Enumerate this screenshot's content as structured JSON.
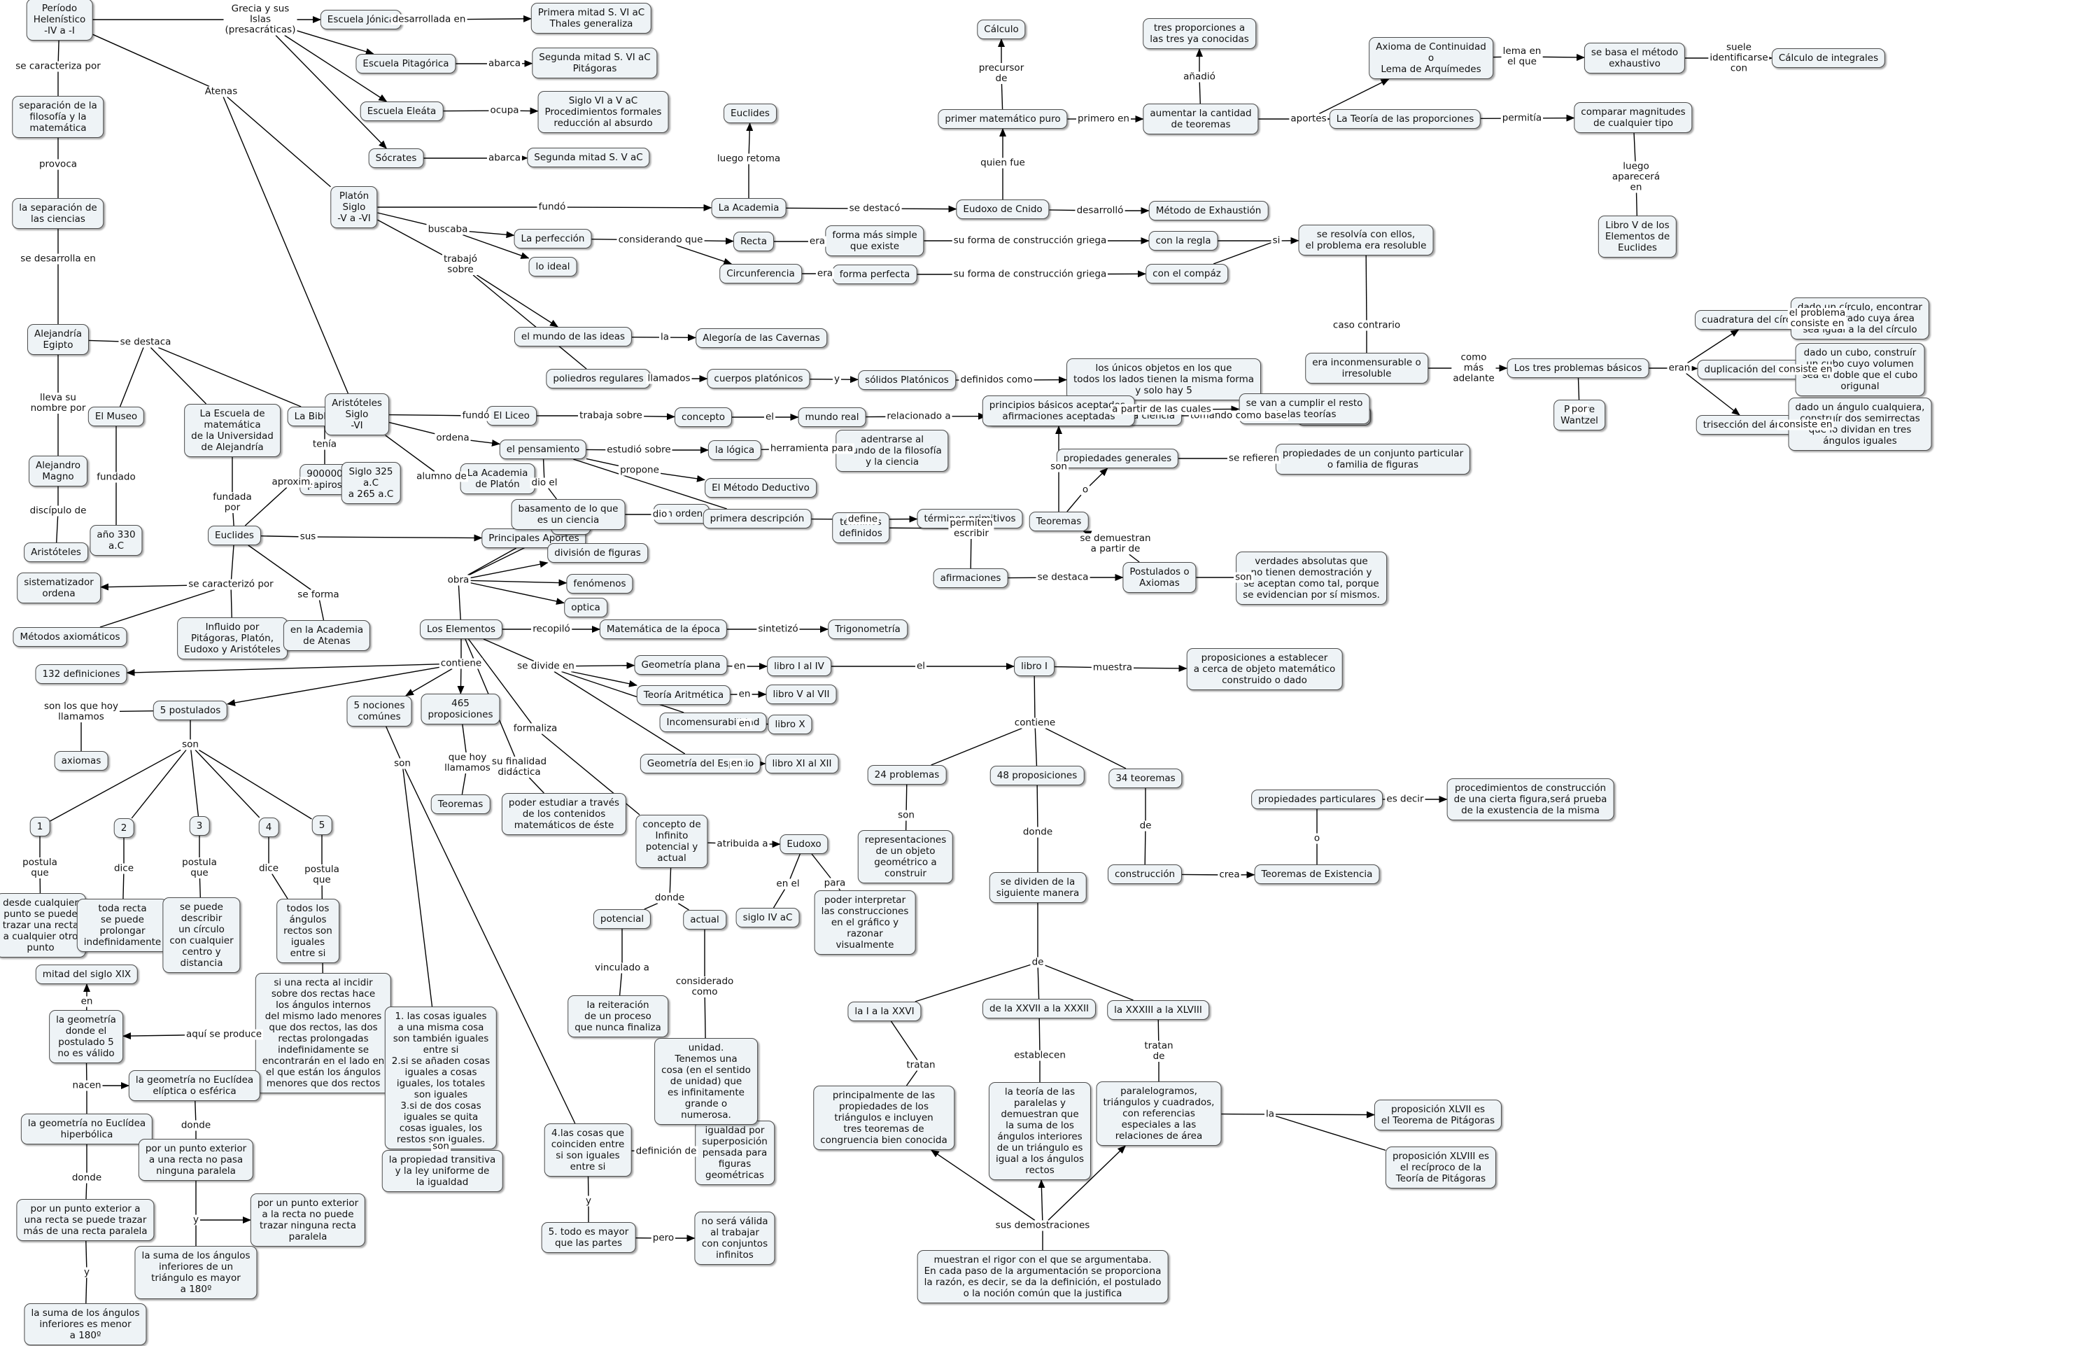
{
  "nodes": [
    {
      "id": "periodo",
      "text": "Período\nHelenístico\n-IV a -I"
    },
    {
      "id": "esc_jonica",
      "text": "Escuela Jónica"
    },
    {
      "id": "primera_mitad",
      "text": "Primera mitad S. VI aC\nThales generaliza"
    },
    {
      "id": "esc_pitagorica",
      "text": "Escuela Pitagórica"
    },
    {
      "id": "segunda_mitad_vi",
      "text": "Segunda mitad S. VI aC\nPitágoras"
    },
    {
      "id": "esc_eleata",
      "text": "Escuela Eleáta"
    },
    {
      "id": "siglo_vi_v",
      "text": "Siglo VI a V aC\nProcedimientos formales\nreducción al absurdo"
    },
    {
      "id": "socrates",
      "text": "Sócrates"
    },
    {
      "id": "segunda_mitad_v",
      "text": "Segunda mitad S. V aC"
    },
    {
      "id": "separacion",
      "text": "separación de la\nfilosofía y la\nmatemática"
    },
    {
      "id": "la_separacion",
      "text": "la separación de\nlas ciencias"
    },
    {
      "id": "alejandria",
      "text": "Alejandría\nEgipto"
    },
    {
      "id": "el_museo",
      "text": "El Museo"
    },
    {
      "id": "escuela_mat",
      "text": "La Escuela de\nmatemática\nde la Universidad\nde Alejandría"
    },
    {
      "id": "biblioteca",
      "text": "La Biblioteca"
    },
    {
      "id": "papiros",
      "text": "900000\npapiros"
    },
    {
      "id": "alejandro",
      "text": "Alejandro\nMagno"
    },
    {
      "id": "aristoteles_small",
      "text": "Aristóteles"
    },
    {
      "id": "anio330",
      "text": "año 330\na.C"
    },
    {
      "id": "platon",
      "text": "Platón\nSiglo\n-V a -VI"
    },
    {
      "id": "aristoteles",
      "text": "Aristóteles\nSiglo\n-VI"
    },
    {
      "id": "academia_platon",
      "text": "La Academia\nde Platón"
    },
    {
      "id": "euclides",
      "text": "Euclides"
    },
    {
      "id": "siglo325",
      "text": "Siglo 325\na.C\na 265 a.C"
    },
    {
      "id": "sistematizador",
      "text": "sistematizador\nordena"
    },
    {
      "id": "metodos_ax",
      "text": "Métodos axiomáticos"
    },
    {
      "id": "influido",
      "text": "Influido por\nPitágoras, Platón,\nEudoxo y Aristóteles"
    },
    {
      "id": "academia_atenas",
      "text": "en la Academia\nde Atenas"
    },
    {
      "id": "principales_aportes",
      "text": "Principales Aportes"
    },
    {
      "id": "datos",
      "text": "datos"
    },
    {
      "id": "division_figuras",
      "text": "división de figuras"
    },
    {
      "id": "fenomenos",
      "text": "fenómenos"
    },
    {
      "id": "optica",
      "text": "optica"
    },
    {
      "id": "los_elementos",
      "text": "Los Elementos"
    },
    {
      "id": "mat_epoca",
      "text": "Matemática de la época"
    },
    {
      "id": "trigonometria",
      "text": "Trigonometría"
    },
    {
      "id": "definiciones132",
      "text": "132 definiciones"
    },
    {
      "id": "postulados5",
      "text": "5 postulados"
    },
    {
      "id": "axiomas",
      "text": "axiomas"
    },
    {
      "id": "p1",
      "text": "1"
    },
    {
      "id": "p2",
      "text": "2"
    },
    {
      "id": "p3",
      "text": "3"
    },
    {
      "id": "p4",
      "text": "4"
    },
    {
      "id": "p5",
      "text": "5"
    },
    {
      "id": "desde_cualquier",
      "text": "desde cualquier\npunto se puede\ntrazar una recta\na cualquier otro\npunto"
    },
    {
      "id": "toda_recta",
      "text": "toda recta\nse puede\nprolongar\nindefinidamente"
    },
    {
      "id": "circulo",
      "text": "se puede\ndescribir\nun círculo\ncon cualquier\ncentro y\ndistancia"
    },
    {
      "id": "angulos_rectos",
      "text": "todos los\nángulos\nrectos son\niguales\nentre si"
    },
    {
      "id": "si_recta",
      "text": "si una recta al incidir\nsobre dos rectas hace\nlos ángulos internos\ndel mismo lado menores\nque dos rectos, las dos\nrectas prolongadas\nindefinidamente se\nencontrarán en el lado en\nel que están los ángulos\nmenores que dos rectos"
    },
    {
      "id": "mitad_xix",
      "text": "mitad del siglo XIX"
    },
    {
      "id": "geo_postulado5",
      "text": "la geometría\ndonde el\npostulado 5\nno es válido"
    },
    {
      "id": "no_euclidea_eliptica",
      "text": "la geometría no Euclídea\nelíptica o esférica"
    },
    {
      "id": "no_euclidea_hiperbolica",
      "text": "la geometría no Euclídea\nhiperbólica"
    },
    {
      "id": "ninguna_paralela",
      "text": "por un punto exterior\na una recta no pasa\nninguna paralela"
    },
    {
      "id": "mas_de_una",
      "text": "por un punto exterior a\nuna recta se puede trazar\nmás de una recta paralela"
    },
    {
      "id": "no_puede_trazar",
      "text": "por un punto exterior\na la recta no puede\ntrazar ninguna recta\nparalela"
    },
    {
      "id": "suma_mayor",
      "text": "la suma de los ángulos\ninferiores de un\ntriángulo es mayor\na 180º"
    },
    {
      "id": "suma_menor",
      "text": "la suma de los ángulos\ninferiores es menor\na 180º"
    },
    {
      "id": "nociones5",
      "text": "5 nociones\ncomúnes"
    },
    {
      "id": "proposiciones465",
      "text": "465\nproposiciones"
    },
    {
      "id": "teoremas_465",
      "text": "Teoremas"
    },
    {
      "id": "cosas_iguales",
      "text": "1. las cosas iguales\na una misma cosa\nson también iguales\nentre si\n2.si se añaden cosas\niguales a cosas\niguales, los totales\nson iguales\n3.si de dos cosas\niguales se quita\ncosas iguales, los\nrestos son iguales."
    },
    {
      "id": "propiedad_transitiva",
      "text": "la propiedad transitiva\ny la ley uniforme de\nla igualdad"
    },
    {
      "id": "coinciden",
      "text": "4.las cosas que\ncoinciden entre\nsi son iguales\nentre si"
    },
    {
      "id": "igualdad_superposicion",
      "text": "igualdad por\nsuperposición\npensada para\nfiguras\ngeométricas"
    },
    {
      "id": "todo_mayor",
      "text": "5. todo es mayor\nque las partes"
    },
    {
      "id": "no_valida",
      "text": "no será válida\nal trabajar\ncon conjuntos\ninfinitos"
    },
    {
      "id": "contenidos",
      "text": "poder estudiar a través\nde los contenidos\nmatemáticos de éste"
    },
    {
      "id": "concepto_infinito",
      "text": "concepto de\nInfinito\npotencial y\nactual"
    },
    {
      "id": "eudoxo_small",
      "text": "Eudoxo"
    },
    {
      "id": "siglo_iv",
      "text": "siglo IV aC"
    },
    {
      "id": "interpretar",
      "text": "poder interpretar\nlas construcciones\nen el gráfico y\nrazonar\nvisualmente"
    },
    {
      "id": "potencial",
      "text": "potencial"
    },
    {
      "id": "actual",
      "text": "actual"
    },
    {
      "id": "reiteracion",
      "text": "la reiteración\nde un proceso\nque nunca finaliza"
    },
    {
      "id": "unidad",
      "text": "unidad.\nTenemos una\ncosa (en el sentido\nde unidad) que\nes infinitamente\ngrande o\nnumerosa."
    },
    {
      "id": "geo_plana",
      "text": "Geometría plana"
    },
    {
      "id": "teoria_aritmetica",
      "text": "Teoría Aritmética"
    },
    {
      "id": "incommensurabilidad",
      "text": "Incomensurabilidad"
    },
    {
      "id": "geo_espacio",
      "text": "Geometría del Espacio"
    },
    {
      "id": "libro_i_iv",
      "text": "libro I al IV"
    },
    {
      "id": "libro_v_vii",
      "text": "libro V al VII"
    },
    {
      "id": "libro_x",
      "text": "libro X"
    },
    {
      "id": "libro_xi_xii",
      "text": "libro XI al XII"
    },
    {
      "id": "libro_i",
      "text": "libro I"
    },
    {
      "id": "proposiciones_establecer",
      "text": "proposiciones a establecer\na cerca de objeto matemático\nconstruido o dado"
    },
    {
      "id": "problemas24",
      "text": "24 problemas"
    },
    {
      "id": "proposiciones48",
      "text": "48 proposiciones"
    },
    {
      "id": "teoremas34",
      "text": "34 teoremas"
    },
    {
      "id": "representaciones",
      "text": "representaciones\nde un objeto\ngeométrico a\nconstruir"
    },
    {
      "id": "construccion",
      "text": "construcción"
    },
    {
      "id": "teoremas_existencia",
      "text": "Teoremas de Existencia"
    },
    {
      "id": "propiedades_particulares",
      "text": "propiedades particulares"
    },
    {
      "id": "procedimientos",
      "text": "procedimientos de construcción\nde una cierta figura,será prueba\nde la exustencia de la misma"
    },
    {
      "id": "se_dividen",
      "text": "se dividen de la\nsiguiente manera"
    },
    {
      "id": "i_xxvi",
      "text": "la I a la XXVI"
    },
    {
      "id": "xxvii_xxxii",
      "text": "de la XXVII a la XXXII"
    },
    {
      "id": "xxxiii_xlviii",
      "text": "la XXXIII a la XLVIII"
    },
    {
      "id": "propiedades_triangulos",
      "text": "principalmente de las\npropiedades de los\ntriángulos e incluyen\ntres teoremas de\ncongruencia bien conocida"
    },
    {
      "id": "teoria_paralelas",
      "text": "la teoría de las\nparalelas y\ndemuestran que\nla suma de los\nángulos interiores\nde un triángulo es\nigual a los ángulos\nrectos"
    },
    {
      "id": "paralelogramos",
      "text": "paralelogramos,\ntriángulos y cuadrados,\ncon referencias\nespeciales a las\nrelaciones de área"
    },
    {
      "id": "xlvii",
      "text": "proposición XLVII es\nel Teorema de Pitágoras"
    },
    {
      "id": "xlviii",
      "text": "proposición XLVIII es\nel recíproco de la\nTeoría de Pitágoras"
    },
    {
      "id": "rigor",
      "text": "muestran el rigor con el que se argumentaba.\nEn cada paso de la argumentación se proporciona\nla razón, es decir, se da la definición, el postulado\no la noción común que la justifica"
    },
    {
      "id": "euclides_top",
      "text": "Euclides"
    },
    {
      "id": "la_academia",
      "text": "La Academia"
    },
    {
      "id": "eudoxo_cnido",
      "text": "Eudoxo de Cnido"
    },
    {
      "id": "metodo_exhaustion",
      "text": "Método de Exhaustión"
    },
    {
      "id": "primer_mat",
      "text": "primer matemático puro"
    },
    {
      "id": "calculo",
      "text": "Cálculo"
    },
    {
      "id": "aumentar",
      "text": "aumentar la cantidad\nde teoremas"
    },
    {
      "id": "tres_proporciones",
      "text": "tres proporciones a\nlas tres ya conocidas"
    },
    {
      "id": "axioma_continuidad",
      "text": "Axioma de Continuidad\no\nLema de Arquímedes"
    },
    {
      "id": "metodo_exhaustivo",
      "text": "se basa el método\nexhaustivo"
    },
    {
      "id": "calculo_integrales",
      "text": "Cálculo de integrales"
    },
    {
      "id": "teoria_proporciones",
      "text": "La Teoría de las proporciones"
    },
    {
      "id": "comparar_magnitudes",
      "text": "comparar magnitudes\nde cualquier tipo"
    },
    {
      "id": "libro_v_euclides",
      "text": "Libro V de los\nElementos de\nEuclides"
    },
    {
      "id": "la_perfeccion",
      "text": "La perfección"
    },
    {
      "id": "lo_ideal",
      "text": "lo ideal"
    },
    {
      "id": "recta",
      "text": "Recta"
    },
    {
      "id": "circunferencia",
      "text": "Circunferencia"
    },
    {
      "id": "forma_simple",
      "text": "forma más simple\nque existe"
    },
    {
      "id": "forma_perfecta",
      "text": "forma perfecta"
    },
    {
      "id": "con_regla",
      "text": "con la regla"
    },
    {
      "id": "con_compas",
      "text": "con el compáz"
    },
    {
      "id": "resolvia",
      "text": "se resolvía con ellos,\nel problema era resoluble"
    },
    {
      "id": "inconmensurable",
      "text": "era inconmensurable o\nirresoluble"
    },
    {
      "id": "tres_problemas",
      "text": "Los tres problemas básicos"
    },
    {
      "id": "pierre",
      "text": "Pierrre\nWantzel"
    },
    {
      "id": "cuadratura",
      "text": "cuadratura del círculo"
    },
    {
      "id": "duplicacion",
      "text": "duplicación del cubo"
    },
    {
      "id": "triseccion",
      "text": "trisección del ángulo"
    },
    {
      "id": "dado_circulo",
      "text": "dado un círculo, encontrar\nun cuadrado cuya área\nsea igual a la del círculo"
    },
    {
      "id": "dado_cubo",
      "text": "dado un cubo, construír\nun cubo cuyo volumen\nsea el doble que el cubo\norigunal"
    },
    {
      "id": "dado_angulo",
      "text": "dado un ángulo cualquiera,\nconstruír dos semirrectas\nque lo dividan en tres\nángulos iguales"
    },
    {
      "id": "mundo_ideas",
      "text": "el mundo de las ideas"
    },
    {
      "id": "alegoria",
      "text": "Alegoría de las Cavernas"
    },
    {
      "id": "poliedros",
      "text": "poliedros regulares"
    },
    {
      "id": "cuerpos_platonicos",
      "text": "cuerpos platónicos"
    },
    {
      "id": "solidos_platonicos",
      "text": "sólidos Platónicos"
    },
    {
      "id": "objetos_iguales",
      "text": "los únicos objetos en los que\ntodos los lados tienen la misma forma\ny solo hay 5"
    },
    {
      "id": "el_liceo",
      "text": "El Liceo"
    },
    {
      "id": "concepto",
      "text": "concepto"
    },
    {
      "id": "mundo_real",
      "text": "mundo real"
    },
    {
      "id": "concepcion_estructural",
      "text": "la concepción estructural de la ciencia"
    },
    {
      "id": "la_geometria",
      "text": "la geometría"
    },
    {
      "id": "el_pensamiento",
      "text": "el pensamiento"
    },
    {
      "id": "la_logica",
      "text": "la lógica"
    },
    {
      "id": "adentrarse",
      "text": "adentrarse al\nmundo de la filosofía\ny la ciencia"
    },
    {
      "id": "metodo_deductivo",
      "text": "El Método Deductivo"
    },
    {
      "id": "basamento",
      "text": "basamento de lo que\nes un ciencia"
    },
    {
      "id": "un_orden",
      "text": "un orden"
    },
    {
      "id": "primera_descripcion",
      "text": "primera descripción"
    },
    {
      "id": "terminos_primitivos",
      "text": "términos primitivos"
    },
    {
      "id": "terminos_definidos",
      "text": "términos\ndefinidos"
    },
    {
      "id": "afirmaciones",
      "text": "afirmaciones"
    },
    {
      "id": "postulados_axiomas",
      "text": "Postulados o\nAxiomas"
    },
    {
      "id": "verdades",
      "text": "verdades absolutas que\nno tienen demostración y\nse aceptan como tal, porque\nse evidencian por sí mismos."
    },
    {
      "id": "teoremas_main",
      "text": "Teoremas"
    },
    {
      "id": "principios",
      "text": "principios básicos aceptados,\nafirmaciones aceptadas"
    },
    {
      "id": "resto_teorias",
      "text": "se van a cumplir el resto\nde las teorías"
    },
    {
      "id": "propiedades_generales",
      "text": "propiedades generales"
    },
    {
      "id": "propiedades_conjunto",
      "text": "propiedades de un conjunto particular\no familia de figuras"
    }
  ],
  "labels": {
    "grecia_islas": "Grecia y sus\nIslas\n(presacráticas)",
    "atenas": "Atenas",
    "desarrollada_en": "desarrollada en",
    "abarca1": "abarca",
    "ocupa": "ocupa",
    "abarca2": "abarca",
    "se_caracteriza_por": "se caracteriza por",
    "provoca": "provoca",
    "se_desarrolla_en": "se desarrolla en",
    "se_destaca1": "se destaca",
    "tenia": "tenía",
    "lleva_su_nombre": "lleva su\nnombre por",
    "discipulo_de": "discípulo de",
    "fundado": "fundado",
    "fundada_por": "fundada\npor",
    "aproxim": "aproxim.",
    "sus": "sus",
    "se_caracterizo_por": "se caracterizó por",
    "se_forma": "se forma",
    "obra": "obra",
    "recopilo": "recopiló",
    "sintetizo": "sintetizó",
    "contiene1": "contiene",
    "son_los_que_hoy": "son los que hoy\nllamamos",
    "son1": "son",
    "postula_que1": "postula\nque",
    "dice1": "dice",
    "postula_que2": "postula\nque",
    "dice2": "dice",
    "postula_que3": "postula\nque",
    "en1": "en",
    "aqui_se_produce": "aquí se produce",
    "nacen": "nacen",
    "donde1": "donde",
    "donde2": "donde",
    "y1": "y",
    "y2": "y",
    "son2": "son",
    "que_hoy_llamamos": "que hoy\nllamamos",
    "son3": "son",
    "y3": "y",
    "definicion_de": "definición de",
    "pero": "pero",
    "su_finalidad": "su finalidad\ndidáctica",
    "formaliza": "formaliza",
    "atribuida_a": "atribuida a",
    "en_el": "en el",
    "para": "para",
    "donde3": "donde",
    "vinculado_a": "vinculado a",
    "considerado_como": "considerado\ncomo",
    "se_divide_en": "se divide en",
    "en2": "en",
    "en3": "en",
    "en4": "en",
    "en5": "en",
    "el1": "el",
    "muestra": "muestra",
    "contiene2": "contiene",
    "son4": "son",
    "donde4": "donde",
    "de1": "de",
    "crea": "crea",
    "o1": "o",
    "es_decir": "es decir",
    "de2": "de",
    "tratan1": "tratan",
    "establecen": "establecen",
    "tratan_de": "tratan\nde",
    "la1": "la",
    "sus_demostraciones": "sus demostraciones",
    "luego_retoma": "luego retoma",
    "fundo1": "fundó",
    "se_destaco": "se destacó",
    "desarrollo": "desarrolló",
    "quien_fue": "quien fue",
    "precursor_de": "precursor\nde",
    "primero_en": "primero en",
    "anadio": "añadió",
    "aportes": "aportes",
    "lema_en_el_que": "lema en\nel que",
    "suele_identificarse": "suele\nidentificarse\ncon",
    "permitia": "permitía",
    "luego_aparecera": "luego\naparecerá\nen",
    "buscaba": "buscaba",
    "considerando_que": "considerando que",
    "era1": "era",
    "era2": "era",
    "forma_construccion1": "su forma de construcción griega",
    "forma_construccion2": "su forma de construcción griega",
    "si": "si",
    "caso_contrario": "caso contrario",
    "como_mas_adelante": "como\nmás\nadelante",
    "eran": "eran",
    "por": "por",
    "el_problema_consiste": "el problema\nconsiste en",
    "consiste_en1": "consiste en",
    "consiste_en2": "consiste en",
    "trabajo_sobre": "trabajó\nsobre",
    "la2": "la",
    "llamados": "llamados",
    "y4": "y",
    "definidos_como": "definidos como",
    "fundo2": "fundó",
    "trabaja_sobre": "trabaja sobre",
    "el2": "el",
    "relacionado_a": "relacionado a",
    "tomando_como_base": "tomando como base",
    "ordena": "ordena",
    "alumno_de": "alumno de",
    "estudio_sobre": "estudió sobre",
    "herramienta_para": "herramienta para",
    "propone": "propone",
    "dio_el": "dio el",
    "dio": "dio",
    "define": "define",
    "permiten_escribir": "permiten\nescribir",
    "se_destaca2": "se destaca",
    "son5": "son",
    "se_demuestran": "se demuestran\na partir de",
    "son6": "son",
    "a_partir_de_las_cuales": "a partir de las cuales",
    "o2": "o",
    "se_refieren": "se refieren"
  }
}
